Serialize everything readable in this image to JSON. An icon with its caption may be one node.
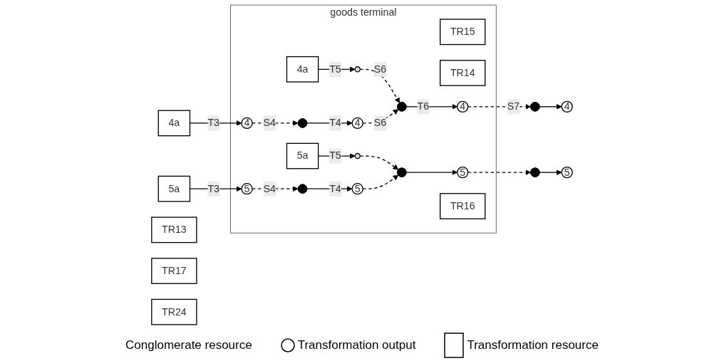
{
  "diagram": {
    "nodes": [
      {
        "text": [
          "goods terminal"
        ]
      },
      {
        "text": [
          "4a"
        ],
        "in": 0
      },
      {
        "text": [],
        "shape": "circle",
        "in": 0
      },
      {
        "text": [
          "5a"
        ],
        "in": 0
      },
      {
        "text": [],
        "shape": "circle",
        "in": 0
      },
      {
        "text": [
          "TR15"
        ],
        "in": 0
      },
      {
        "text": [
          "4a"
        ]
      },
      {
        "text": [
          "5a"
        ]
      },
      {
        "text": [
          "TR13"
        ]
      },
      {
        "text": [
          "4"
        ],
        "in": 0
      },
      {
        "text": [
          "5"
        ],
        "in": 0
      },
      {
        "text": [],
        "shape": "point",
        "in": 0
      },
      {
        "text": [],
        "shape": "point",
        "in": 0
      },
      {
        "text": [
          "4"
        ],
        "in": 0
      },
      {
        "text": [
          "5"
        ],
        "in": 0
      },
      {
        "text": [
          "TR14"
        ],
        "in": 0
      },
      {
        "text": [],
        "shape": "point",
        "in": 0
      },
      {
        "text": [],
        "shape": "point",
        "in": 0
      },
      {
        "text": [
          "4"
        ],
        "in": 0
      },
      {
        "text": [
          "5"
        ],
        "in": 0
      },
      {
        "text": [
          "TR16"
        ],
        "in": 0
      },
      {
        "text": [],
        "shape": "point"
      },
      {
        "text": [],
        "shape": "point"
      },
      {
        "text": [
          "4"
        ]
      },
      {
        "text": [
          "5"
        ]
      },
      {
        "text": [
          "TR17"
        ]
      },
      {
        "text": [
          "TR24"
        ]
      }
    ],
    "edges": [
      {
        "from": 6,
        "to": 9,
        "arrow": "to",
        "label": "T3"
      },
      {
        "from": 7,
        "to": 10,
        "arrow": "to",
        "label": "T3"
      },
      {
        "from": 1,
        "to": 2,
        "arrow": "to",
        "label": "T5"
      },
      {
        "from": 3,
        "to": 4,
        "arrow": "to",
        "label": "T5"
      },
      {
        "from": 9,
        "to": 11,
        "arrow": "to",
        "label": "S4",
        "style": "dashed"
      },
      {
        "from": 11,
        "to": 13,
        "arrow": "to",
        "label": "T4"
      },
      {
        "from": 10,
        "to": 12,
        "arrow": "to",
        "label": "S4",
        "style": "dashed"
      },
      {
        "from": 12,
        "to": 14,
        "arrow": "to",
        "label": "T4"
      },
      {
        "from": 2,
        "to": 16,
        "arrow": "to",
        "label": "S6",
        "style": "dashed"
      },
      {
        "from": 13,
        "to": 16,
        "arrow": "to",
        "label": "S6",
        "style": "dashed"
      },
      {
        "from": 4,
        "to": 17,
        "arrow": "to",
        "style": "dashed"
      },
      {
        "from": 14,
        "to": 17,
        "arrow": "to",
        "style": "dashed"
      },
      {
        "from": 16,
        "to": 18,
        "arrow": "to",
        "label": "T6"
      },
      {
        "from": 17,
        "to": 19,
        "arrow": "to"
      },
      {
        "from": 18,
        "to": 21,
        "arrow": "to",
        "label": "S7",
        "style": "dashed"
      },
      {
        "from": 19,
        "to": 22,
        "arrow": "to",
        "style": "dashed"
      },
      {
        "from": 21,
        "to": 23,
        "arrow": "to"
      },
      {
        "from": 22,
        "to": 24,
        "arrow": "to"
      }
    ],
    "legend": [
      {
        "text": "Conglomerate resource"
      },
      {
        "text": "Transformation output"
      },
      {
        "text": "Transformation resource"
      }
    ]
  }
}
